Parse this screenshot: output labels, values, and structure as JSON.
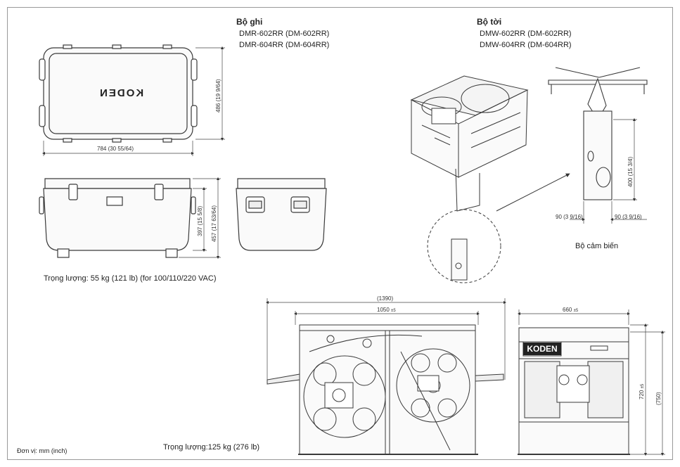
{
  "recorder": {
    "heading": "Bộ ghi",
    "model_1": "DMR-602RR (DM-602RR)",
    "model_2": "DMR-604RR (DM-604RR)",
    "brand_logo": "KODEN",
    "dim_width": "784 (30 55/64)",
    "dim_depth": "486 (19 9/64)",
    "dim_height_body": "397 (15 5/8)",
    "dim_height_total": "457 (17 63/64)",
    "weight": "Trọng lượng: 55 kg (121 lb) (for 100/110/220 VAC)"
  },
  "winch": {
    "heading": "Bộ tời",
    "model_1": "DMW-602RR (DM-602RR)",
    "model_2": "DMW-604RR (DM-604RR)",
    "brand_logo": "KODEN",
    "dim_overall": "(1390)",
    "dim_frame": "1050",
    "dim_frame_tol": "±5",
    "dim_side": "660",
    "dim_side_tol": "±5",
    "dim_height": "720",
    "dim_height_tol": "±5",
    "dim_height_total": "(750)",
    "weight": "Trọng lượng:125 kg (276 lb)"
  },
  "sensor": {
    "caption": "Bộ cảm biến",
    "dim_height": "400 (15 3/4)",
    "dim_width_left": "90 (3 9/16)",
    "dim_width_right": "90 (3 9/16)"
  },
  "units_note": "Đơn vị: mm (inch)",
  "colors": {
    "line": "#3a3a3a",
    "fill": "#f7f7f7",
    "frame": "#9a9a9a"
  }
}
